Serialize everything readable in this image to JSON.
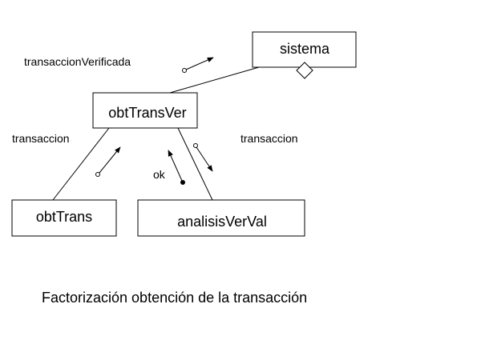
{
  "modules": {
    "sistema": "sistema",
    "obtTransVer": "obtTransVer",
    "obtTrans": "obtTrans",
    "analisisVerVal": "analisisVerVal"
  },
  "flows": {
    "transaccionVerificada": "transaccionVerificada",
    "transaccion_left": "transaccion",
    "transaccion_right": "transaccion",
    "ok": "ok"
  },
  "caption": "Factorización obtención de la transacción",
  "colors": {
    "stroke": "#000000",
    "background": "#ffffff"
  }
}
